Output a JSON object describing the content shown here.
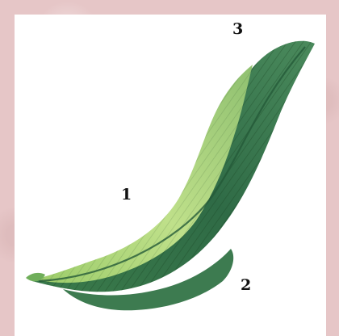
{
  "figure": {
    "labels": [
      {
        "id": "1",
        "text": "1"
      },
      {
        "id": "2",
        "text": "2"
      },
      {
        "id": "3",
        "text": "3"
      }
    ],
    "colors": {
      "border": "#e6c6c7",
      "background": "#ffffff",
      "leaf_light": "#b6dd7e",
      "leaf_mid": "#6fae5a",
      "leaf_dark": "#2f6b46"
    }
  }
}
